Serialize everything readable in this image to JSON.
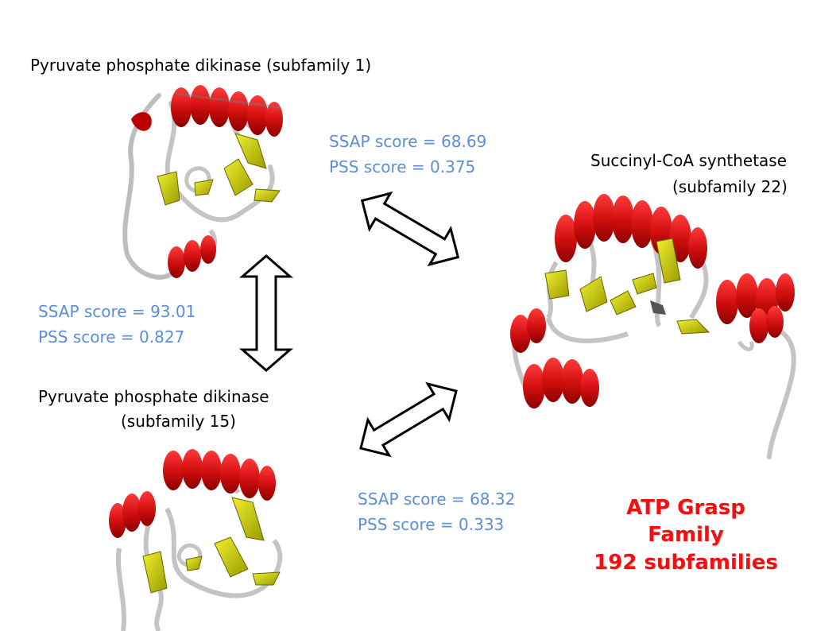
{
  "proteins": {
    "ppdk1": "Pyruvate phosphate dikinase (subfamily 1)",
    "scs_line1": "Succinyl-CoA synthetase",
    "scs_line2": "(subfamily 22)",
    "ppdk15_line1": "Pyruvate phosphate dikinase",
    "ppdk15_line2": "(subfamily 15)"
  },
  "scores": {
    "top": {
      "ssap": "SSAP score = 68.69",
      "pss": "PSS score = 0.375"
    },
    "left": {
      "ssap": "SSAP score = 93.01",
      "pss": "PSS score = 0.827"
    },
    "bottom": {
      "ssap": "SSAP score = 68.32",
      "pss": "PSS score = 0.333"
    }
  },
  "family": {
    "line1": "ATP Grasp",
    "line2": "Family",
    "line3": "192 subfamilies"
  },
  "colors": {
    "helix": "#dd1111",
    "strand": "#c8c800",
    "coil": "#c8c8c8",
    "score_text": "#5b8ed8",
    "family_text": "#ee1111"
  }
}
